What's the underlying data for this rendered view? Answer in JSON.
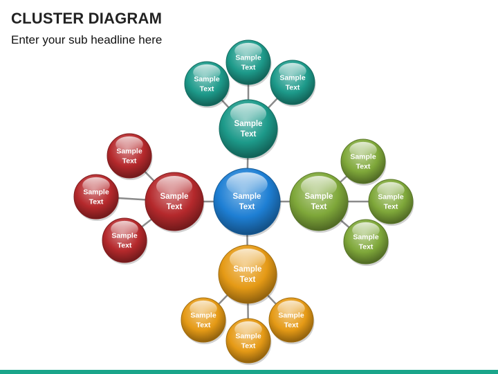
{
  "header": {
    "title": "CLUSTER DIAGRAM",
    "subtitle": "Enter your sub headline here"
  },
  "colors": {
    "center": "#1e7fd4",
    "top": "#1d9a8a",
    "left": "#b5292c",
    "right": "#7fa83a",
    "bottom": "#e59a16",
    "connector": "#8a8a8a",
    "bottom_bar": "#1aa58a"
  },
  "diagram": {
    "center": {
      "label": [
        "Sample",
        "Text"
      ]
    },
    "clusters": [
      {
        "id": "top",
        "hub": {
          "label": [
            "Sample",
            "Text"
          ]
        },
        "leaves": [
          {
            "label": [
              "Sample",
              "Text"
            ]
          },
          {
            "label": [
              "Sample",
              "Text"
            ]
          },
          {
            "label": [
              "Sample",
              "Text"
            ]
          }
        ]
      },
      {
        "id": "left",
        "hub": {
          "label": [
            "Sample",
            "Text"
          ]
        },
        "leaves": [
          {
            "label": [
              "Sample",
              "Text"
            ]
          },
          {
            "label": [
              "Sample",
              "Text"
            ]
          },
          {
            "label": [
              "Sample",
              "Text"
            ]
          }
        ]
      },
      {
        "id": "right",
        "hub": {
          "label": [
            "Sample",
            "Text"
          ]
        },
        "leaves": [
          {
            "label": [
              "Sample",
              "Text"
            ]
          },
          {
            "label": [
              "Sample",
              "Text"
            ]
          },
          {
            "label": [
              "Sample",
              "Text"
            ]
          }
        ]
      },
      {
        "id": "bottom",
        "hub": {
          "label": [
            "Sample",
            "Text"
          ]
        },
        "leaves": [
          {
            "label": [
              "Sample",
              "Text"
            ]
          },
          {
            "label": [
              "Sample",
              "Text"
            ]
          },
          {
            "label": [
              "Sample",
              "Text"
            ]
          }
        ]
      }
    ]
  }
}
